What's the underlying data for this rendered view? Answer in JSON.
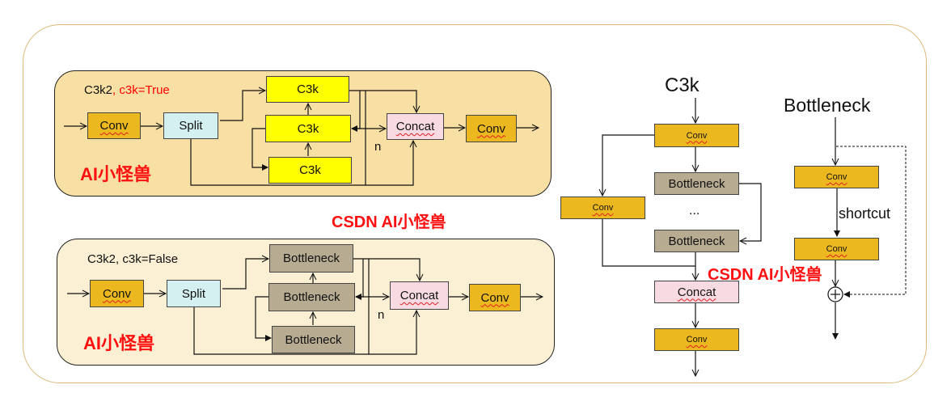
{
  "watermarks": {
    "top_panel": "AI小怪兽",
    "bottom_panel": "AI小怪兽",
    "center": "CSDN AI小怪兽",
    "right": "CSDN AI小怪兽"
  },
  "c3k2_true": {
    "title_prefix": "C3k2",
    "title_suffix": ", c3k=True",
    "conv_in": "Conv",
    "split": "Split",
    "blocks": [
      "C3k",
      "C3k",
      "C3k"
    ],
    "concat": "Concat",
    "conv_out": "Conv",
    "repeat_label": "n"
  },
  "c3k2_false": {
    "title": "C3k2, c3k=False",
    "conv_in": "Conv",
    "split": "Split",
    "blocks": [
      "Bottleneck",
      "Bottleneck",
      "Bottleneck"
    ],
    "concat": "Concat",
    "conv_out": "Conv",
    "repeat_label": "n"
  },
  "c3k_detail": {
    "title": "C3k",
    "conv_top": "Conv",
    "conv_side": "Conv",
    "bottleneck_1": "Bottleneck",
    "ellipsis": "...",
    "bottleneck_2": "Bottleneck",
    "concat": "Concat",
    "conv_out": "Conv"
  },
  "bottleneck_detail": {
    "title": "Bottleneck",
    "conv_1": "Conv",
    "conv_2": "Conv",
    "shortcut_label": "shortcut",
    "add_symbol": "+"
  },
  "colors": {
    "conv": "#ecb81f",
    "split": "#d4f0f0",
    "c3k": "#ffff00",
    "bottleneck": "#b7ac91",
    "concat": "#f8dbe2",
    "watermark": "#ff0000",
    "panel_top": "#f8e0a4",
    "panel_bottom": "#fcf0d4",
    "outer_border": "#dcb879"
  }
}
